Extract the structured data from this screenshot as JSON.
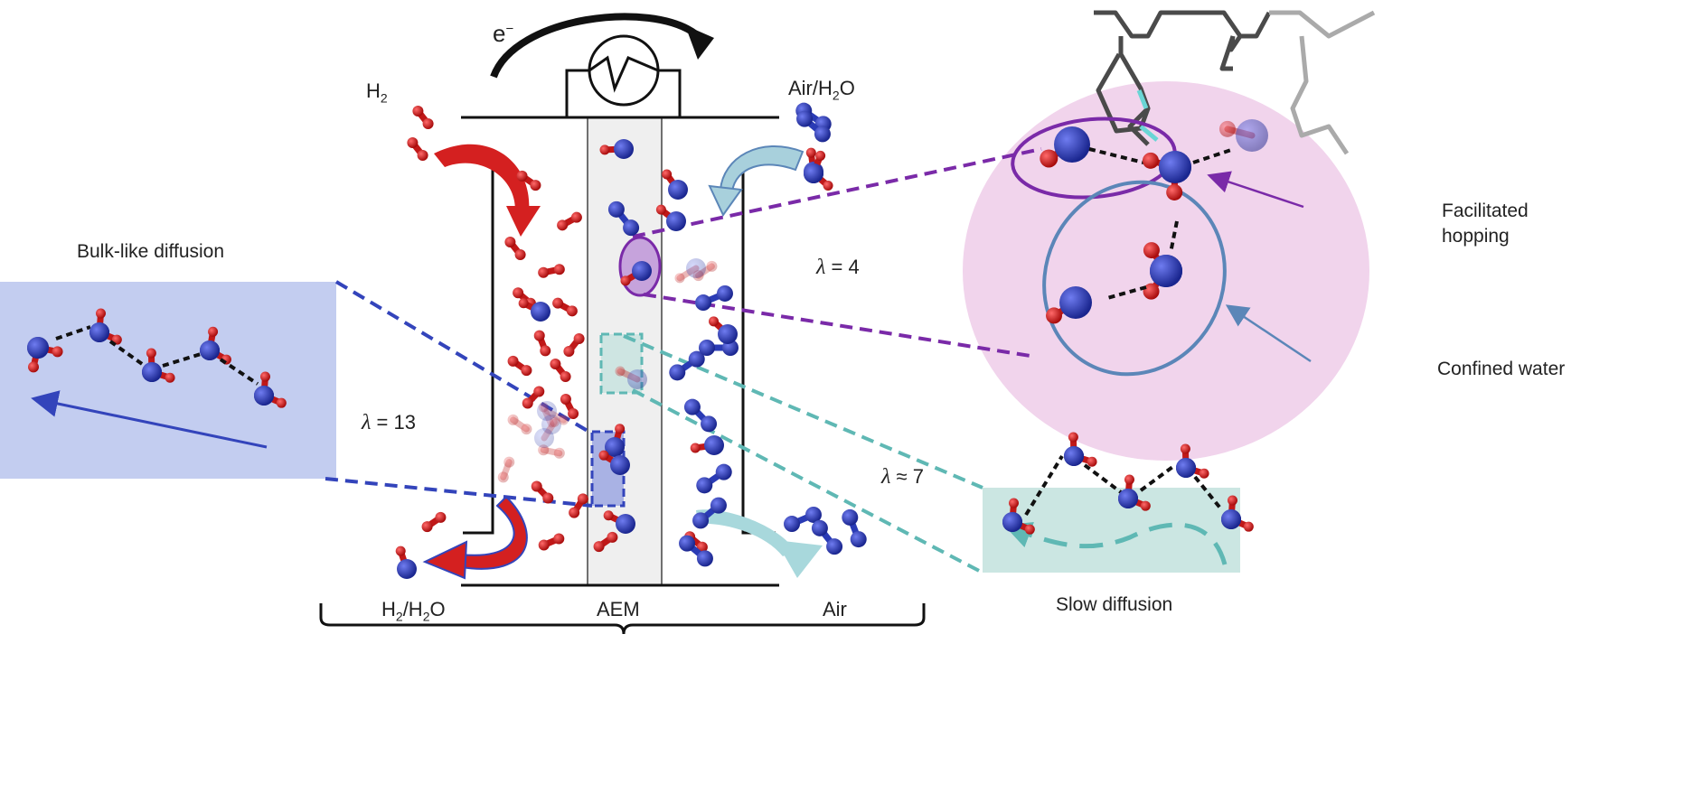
{
  "labels": {
    "electron": "e",
    "electron_sup": "−",
    "h2": "H",
    "h2_sub": "2",
    "air_h2o_a": "Air/H",
    "air_h2o_sub": "2",
    "air_h2o_b": "O",
    "lambda_13_sym": "λ",
    "lambda_13_val": " = 13",
    "lambda_4_sym": "λ",
    "lambda_4_val": " = 4",
    "lambda_7_sym": "λ",
    "lambda_7_val": " ≈ 7",
    "bulk": "Bulk-like diffusion",
    "facilitated": "Facilitated",
    "hopping": "hopping",
    "confined": "Confined water",
    "slow": "Slow diffusion",
    "h2h2o_a": "H",
    "h2h2o_sub1": "2",
    "h2h2o_b": "/H",
    "h2h2o_sub2": "2",
    "h2h2o_c": "O",
    "aem": "AEM",
    "air": "Air"
  },
  "colors": {
    "oxygen": "#2a3bb5",
    "hydrogen": "#d42020",
    "bulk_box": "#c3cdf0",
    "slow_box": "#cbe6e2",
    "hopping_circle": "#f1d4ec",
    "purple": "#7a2aa8",
    "steel": "#5b86b8",
    "teal": "#5fb8b4",
    "dash_blue": "#3344bb"
  }
}
